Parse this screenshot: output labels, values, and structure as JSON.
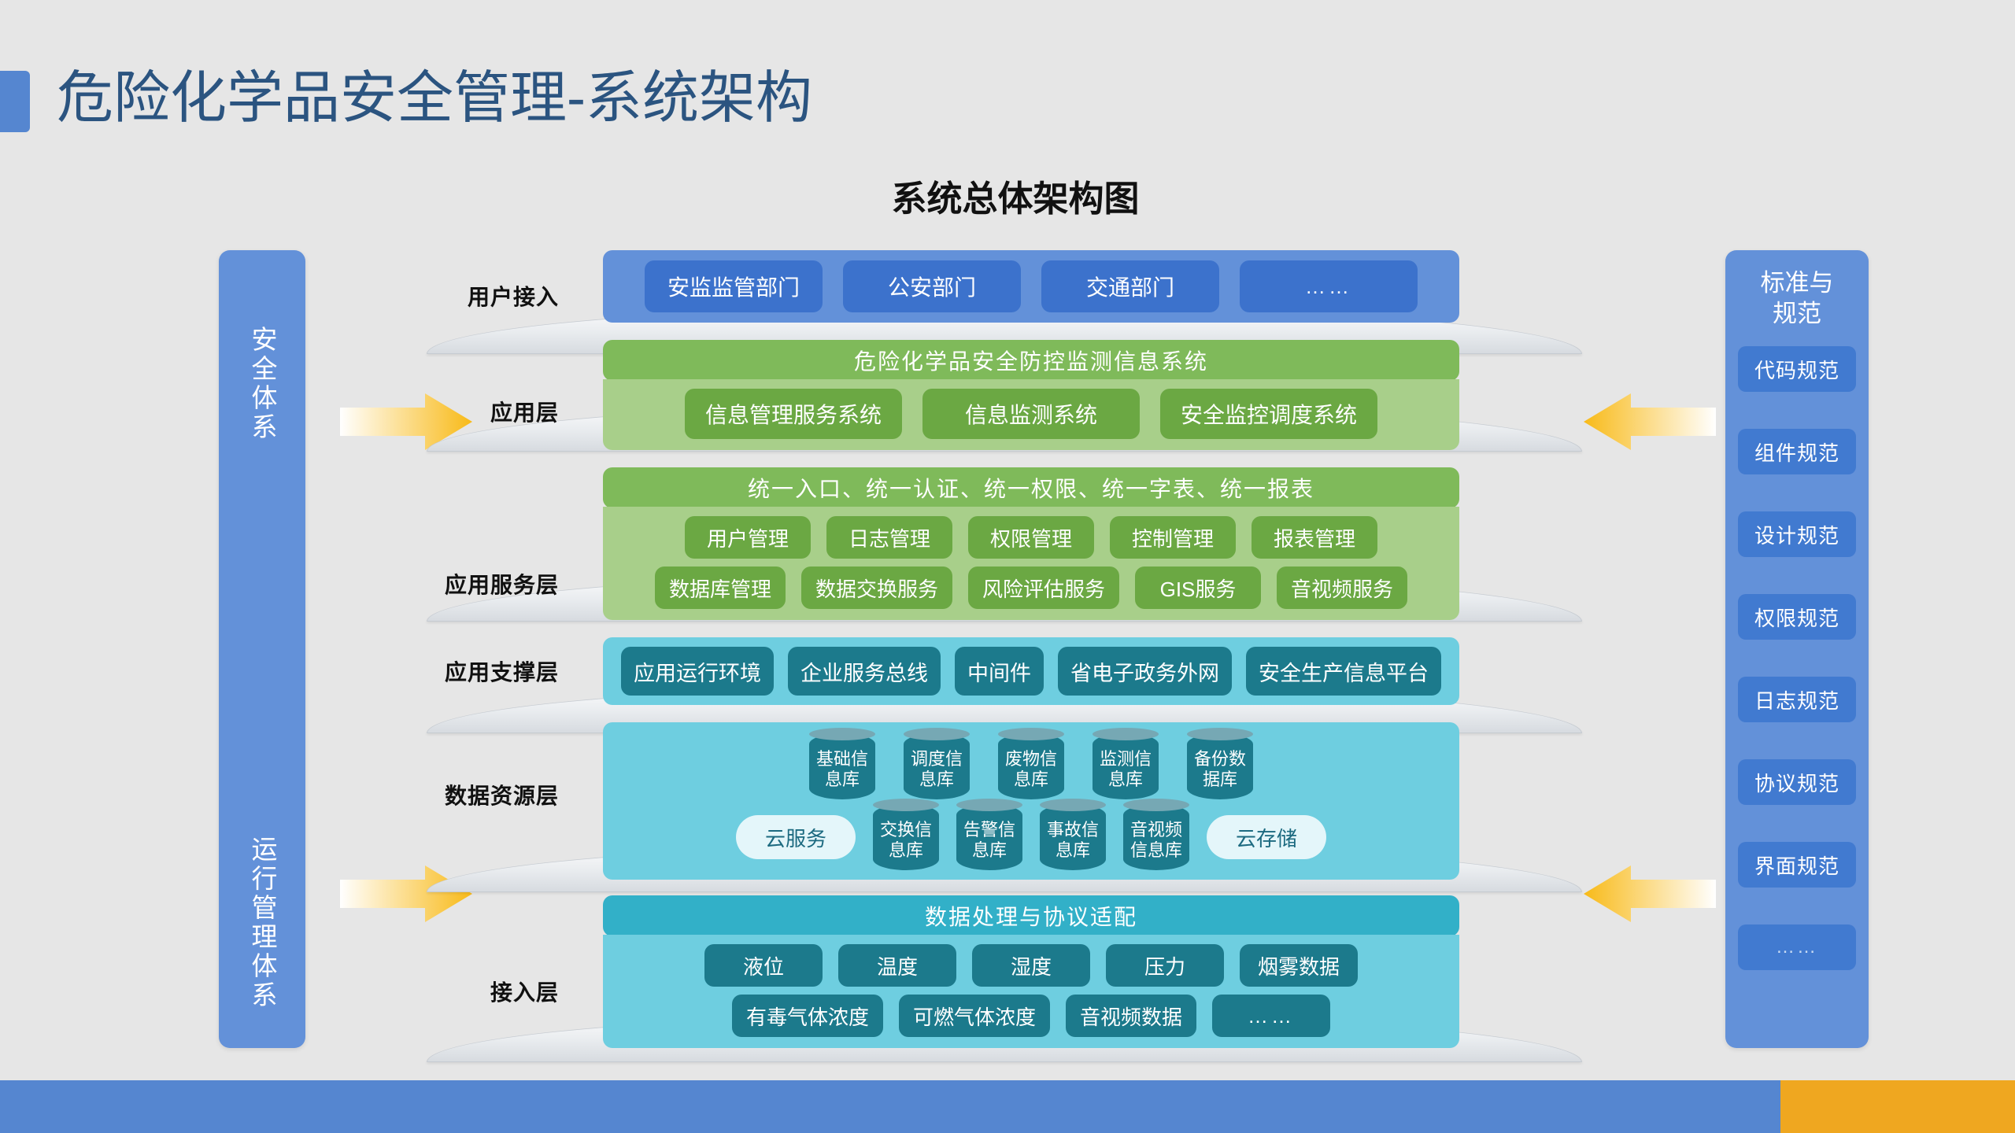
{
  "page": {
    "title": "危险化学品安全管理-系统架构",
    "diagram_title": "系统总体架构图",
    "accent_blue": "#5586D0",
    "accent_orange": "#EFA720"
  },
  "left_panel": {
    "top_label": "安全体系",
    "bottom_label": "运行管理体系",
    "color": "#6391D9"
  },
  "right_panel": {
    "title": "标准与\n规范",
    "title_line1": "标准与",
    "title_line2": "规范",
    "color": "#6391D9",
    "items": [
      {
        "label": "代码规范"
      },
      {
        "label": "组件规范"
      },
      {
        "label": "设计规范"
      },
      {
        "label": "权限规范"
      },
      {
        "label": "日志规范"
      },
      {
        "label": "协议规范"
      },
      {
        "label": "界面规范"
      },
      {
        "label": "……"
      }
    ]
  },
  "arrows": [
    {
      "name": "arrow-left-middle",
      "direction": "right",
      "color": "#F5B320"
    },
    {
      "name": "arrow-left-lower",
      "direction": "right",
      "color": "#F5B320"
    },
    {
      "name": "arrow-right-middle",
      "direction": "left",
      "color": "#F5B320"
    },
    {
      "name": "arrow-right-lower",
      "direction": "left",
      "color": "#F5B320"
    }
  ],
  "layers": {
    "user": {
      "label": "用户接入",
      "color": "#6391D9",
      "chips": [
        "安监监管部门",
        "公安部门",
        "交通部门",
        "……"
      ]
    },
    "application": {
      "label": "应用层",
      "header": "危险化学品安全防控监测信息系统",
      "header_color": "#7FBA5A",
      "body_color": "#A8CF8A",
      "chips": [
        "信息管理服务系统",
        "信息监测系统",
        "安全监控调度系统"
      ]
    },
    "app_service": {
      "label": "应用服务层",
      "header": "统一入口、统一认证、统一权限、统一字表、统一报表",
      "header_color": "#7FBA5A",
      "body_color": "#A8CF8A",
      "row1": [
        "用户管理",
        "日志管理",
        "权限管理",
        "控制管理",
        "报表管理"
      ],
      "row2": [
        "数据库管理",
        "数据交换服务",
        "风险评估服务",
        "GIS服务",
        "音视频服务"
      ]
    },
    "app_support": {
      "label": "应用支撑层",
      "body_color": "#6ECEE0",
      "chips": [
        "应用运行环境",
        "企业服务总线",
        "中间件",
        "省电子政务外网",
        "安全生产信息平台"
      ]
    },
    "data_resource": {
      "label": "数据资源层",
      "body_color": "#6ECEE0",
      "cylinder_color": "#1C7A8C",
      "row1": [
        "基础信\n息库",
        "调度信\n息库",
        "废物信\n息库",
        "监测信\n息库",
        "备份数\n据库"
      ],
      "row2": [
        "交换信\n息库",
        "告警信\n息库",
        "事故信\n息库",
        "音视频\n信息库"
      ],
      "cloud_left": "云服务",
      "cloud_right": "云存储"
    },
    "access": {
      "label": "接入层",
      "header": "数据处理与协议适配",
      "header_color": "#32B0C8",
      "body_color": "#6ECEE0",
      "row1": [
        "液位",
        "温度",
        "湿度",
        "压力",
        "烟雾数据"
      ],
      "row2": [
        "有毒气体浓度",
        "可燃气体浓度",
        "音视频数据",
        "……"
      ]
    }
  }
}
